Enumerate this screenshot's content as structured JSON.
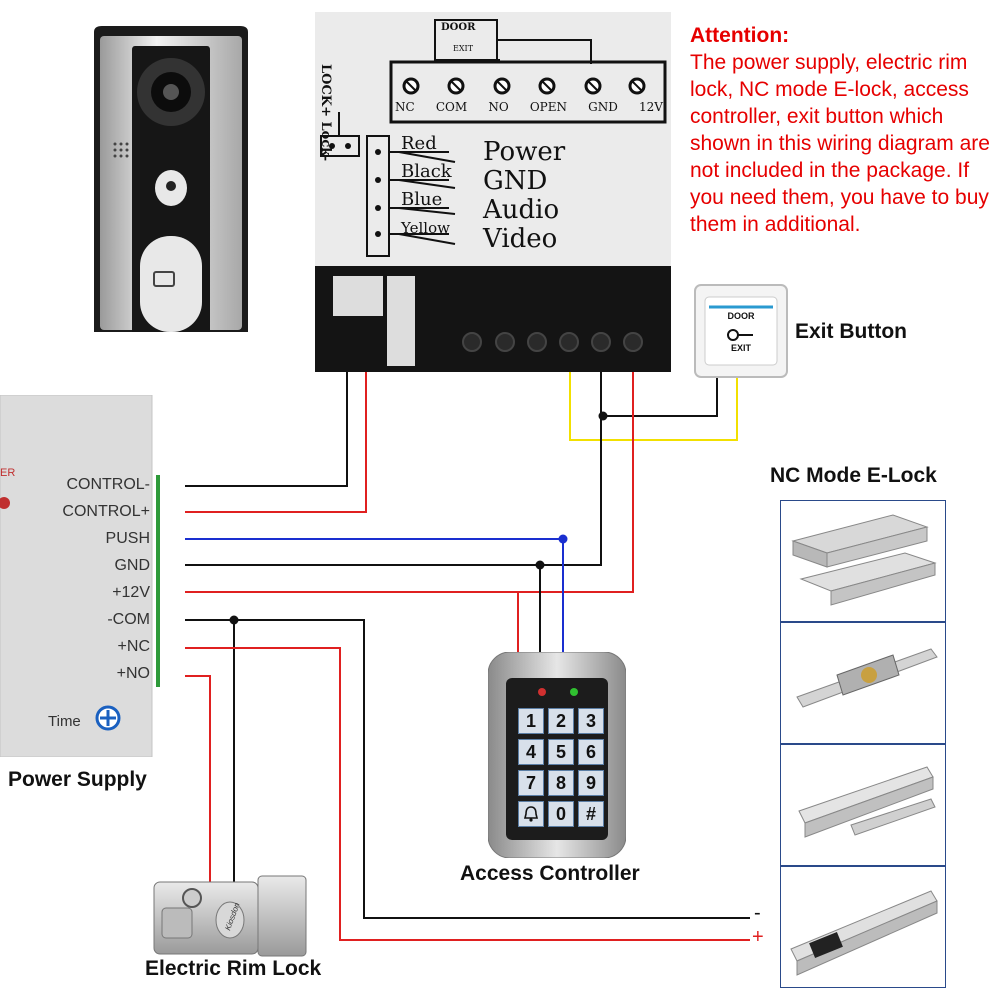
{
  "attention": {
    "title": "Attention:",
    "body": "The power supply, electric rim lock, NC mode E-lock, access controller, exit button which shown in this wiring diagram are not included in the package. If you need them, you have to buy them in additional."
  },
  "board": {
    "door_label": "DOOR",
    "exit_label": "EXIT",
    "lock_label": "LOCK+ Lock-",
    "terminals": [
      "NC",
      "COM",
      "NO",
      "OPEN",
      "GND",
      "12V"
    ],
    "wires": [
      {
        "color_name": "Red",
        "signal": "Power"
      },
      {
        "color_name": "Black",
        "signal": "GND"
      },
      {
        "color_name": "Blue",
        "signal": "Audio"
      },
      {
        "color_name": "Yellow",
        "signal": "Video"
      }
    ]
  },
  "exit_button": {
    "label": "Exit Button",
    "plate_top": "DOOR",
    "plate_bottom": "EXIT"
  },
  "power_supply": {
    "label": "Power Supply",
    "terminals": [
      "CONTROL-",
      "CONTROL+",
      "PUSH",
      "GND",
      "+12V",
      "-COM",
      "+NC",
      "+NO"
    ],
    "time_label": "Time",
    "side_text": "ER"
  },
  "access_controller": {
    "label": "Access Controller",
    "keys": [
      "1",
      "2",
      "3",
      "4",
      "5",
      "6",
      "7",
      "8",
      "9",
      "",
      "0",
      "#"
    ]
  },
  "nc_elock": {
    "label": "NC Mode E-Lock"
  },
  "rim_lock": {
    "label": "Electric Rim Lock",
    "brand": "Kiosdon"
  },
  "polarity": {
    "minus": "-",
    "plus": "+"
  },
  "colors": {
    "attention_red": "#e60000",
    "wire_black": "#111111",
    "wire_red": "#e02020",
    "wire_blue": "#1a2fd0",
    "wire_yellow": "#f2e000",
    "terminal_green": "#2e9a3a"
  }
}
